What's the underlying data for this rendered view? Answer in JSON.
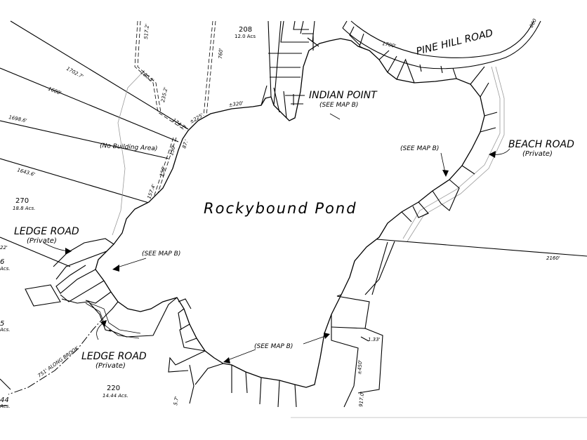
{
  "pond": {
    "name": "Rockybound  Pond"
  },
  "roads": {
    "pine_hill": "PINE  HILL  ROAD",
    "beach": "BEACH ROAD",
    "beach_sub": "(Private)",
    "ledge_upper": "LEDGE ROAD",
    "ledge_upper_sub": "(Private)",
    "ledge_lower": "LEDGE ROAD",
    "ledge_lower_sub": "(Private)"
  },
  "indian_point": {
    "name": "INDIAN POINT",
    "sub": "(SEE MAP B)"
  },
  "see_map_b": {
    "east": "(SEE MAP B)",
    "west": "(SEE MAP B)",
    "south": "(SEE MAP B)"
  },
  "no_building": "(No Building Area)",
  "parcels": {
    "p208": {
      "num": "208",
      "acres": "12.0 Acs"
    },
    "p270": {
      "num": "270",
      "acres": "18.8 Acs."
    },
    "p220": {
      "num": "220",
      "acres": "14.44 Acs."
    }
  },
  "dims": {
    "d1702": "1702.7'",
    "d1688": "1688'",
    "d1698": "1698.6'",
    "d1643": "1643.6'",
    "d517": "517.2'",
    "d760": "760'",
    "d160": "160.5'",
    "d235": "235.2'",
    "d174": "174.7'",
    "d225": "±225'",
    "d87": "87.'",
    "d320": "±320'",
    "d150a": "150'",
    "d150b": "150'",
    "d157": "157.4'",
    "d1700": "1700'",
    "d660": "660",
    "d2160": "2160'",
    "d133": "1.33'",
    "d450": "±450'",
    "d917": "917.0'",
    "d751": "751' ALONG BROOK",
    "edge_22": "22'",
    "edge_6": "6",
    "edge_acs1": "Acs.",
    "edge_5": "5",
    "edge_acs2": "Acs.",
    "edge_44": "44",
    "edge_acs3": "Acs.",
    "edge_57": "5.7'"
  }
}
